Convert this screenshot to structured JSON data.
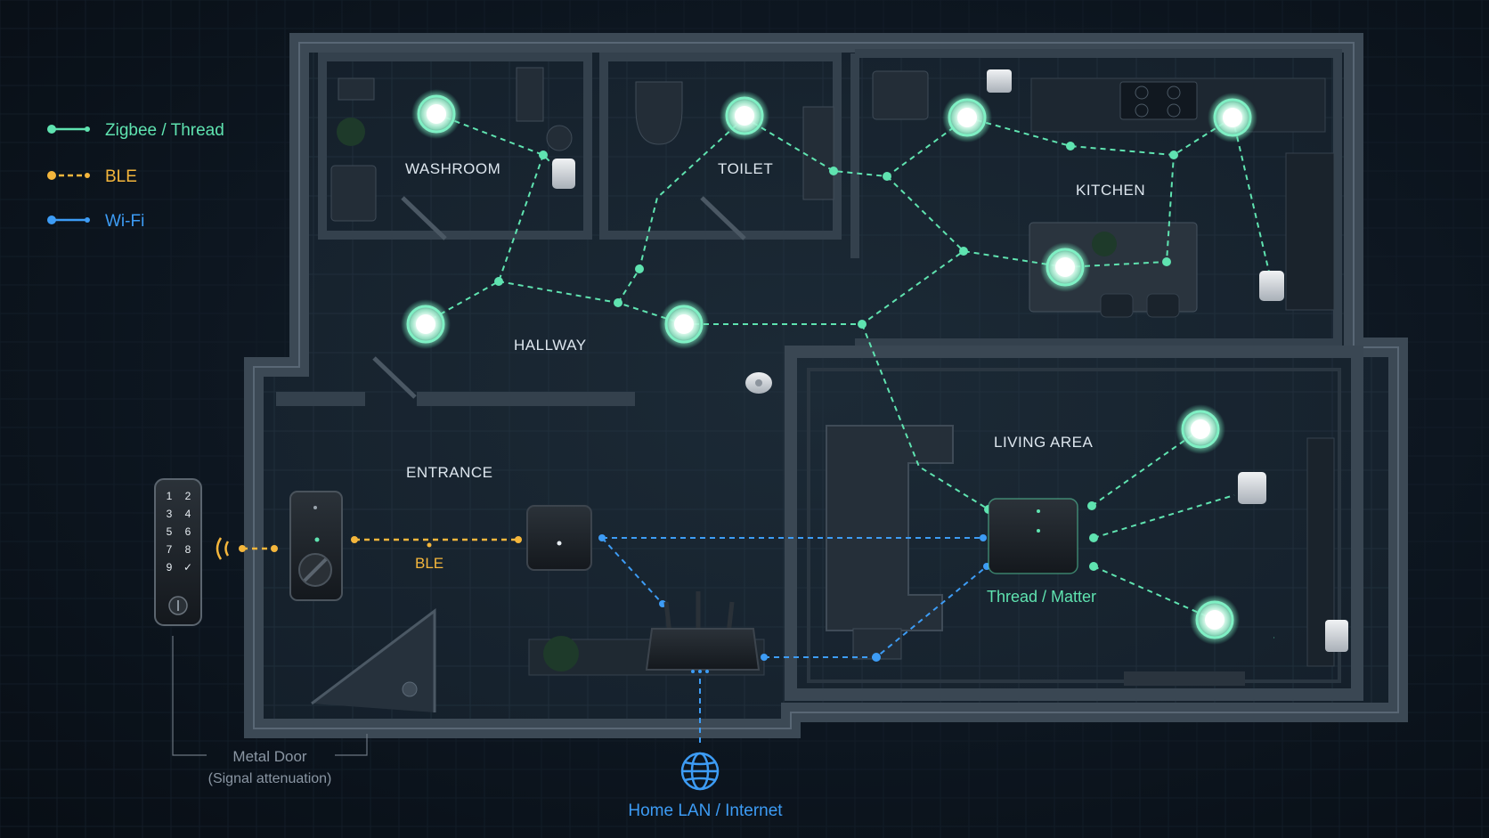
{
  "legend": {
    "zigbee_label": "Zigbee / Thread",
    "ble_label": "BLE",
    "wifi_label": "Wi-Fi"
  },
  "rooms": {
    "washroom": "WASHROOM",
    "toilet": "TOILET",
    "kitchen": "KITCHEN",
    "hallway": "HALLWAY",
    "entrance": "ENTRANCE",
    "living_area": "LIVING AREA"
  },
  "labels": {
    "ble": "BLE",
    "thread_matter": "Thread / Matter",
    "metal_door": "Metal Door",
    "signal_attenuation": "(Signal attenuation)",
    "home_lan": "Home LAN / Internet"
  },
  "keypad": {
    "keys": [
      "1",
      "2",
      "3",
      "4",
      "5",
      "6",
      "7",
      "8",
      "9",
      "✓"
    ]
  },
  "colors": {
    "zigbee": "#5fe3b0",
    "ble": "#f4b63c",
    "wifi": "#3d9cf5",
    "background": "#0d1620",
    "room_label": "#dde6ee",
    "muted": "#8a96a3"
  },
  "icons": {
    "globe": "globe-icon",
    "ble_signal": "signal-waves-icon"
  }
}
